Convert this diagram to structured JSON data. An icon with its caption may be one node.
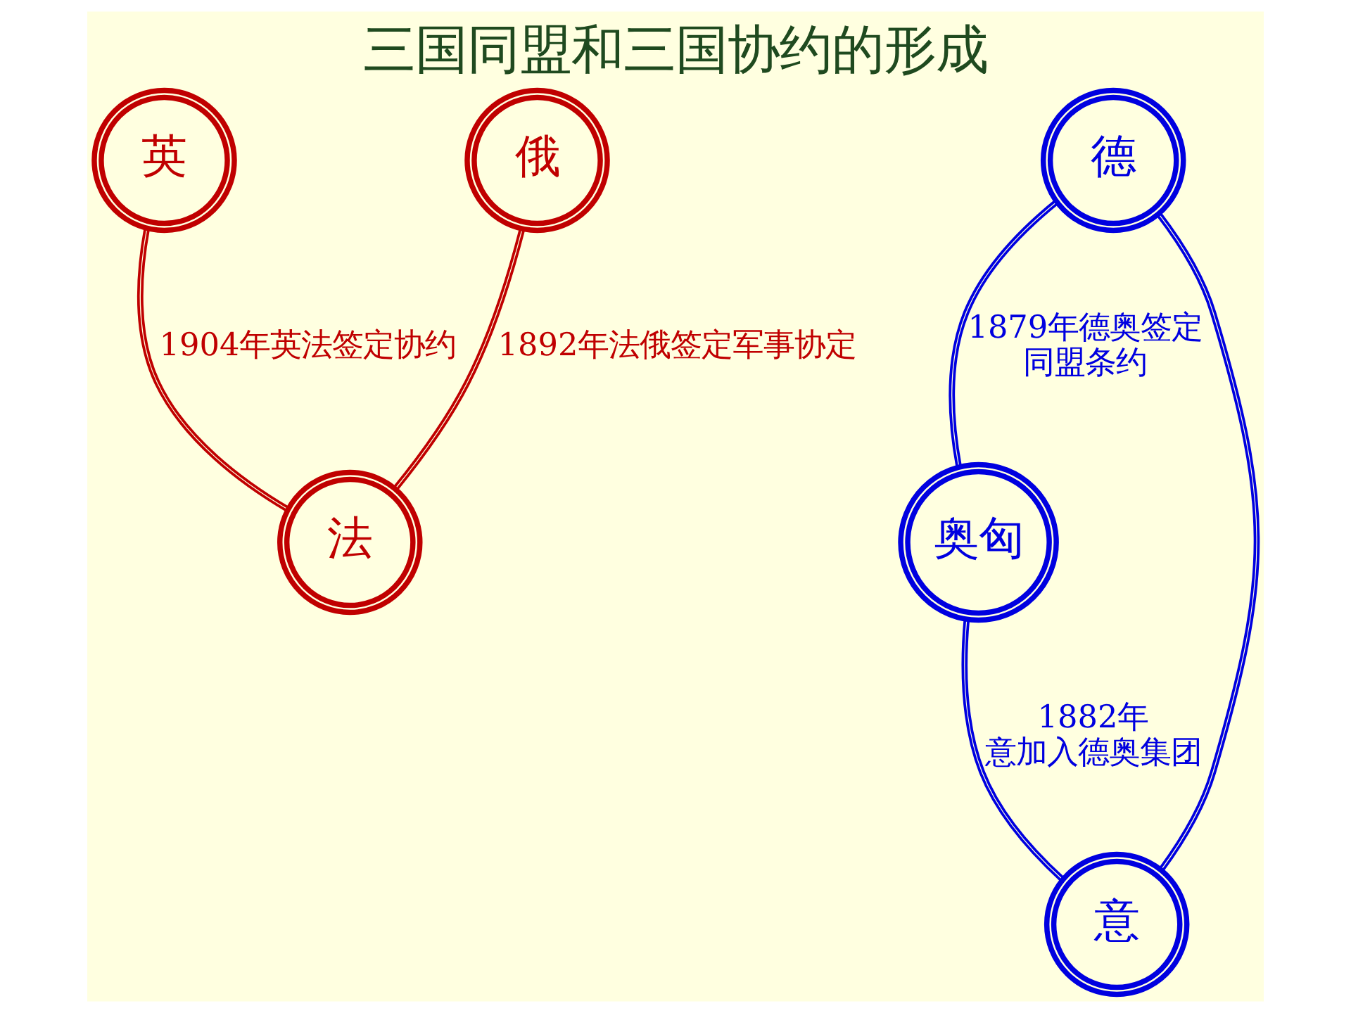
{
  "diagram": {
    "title": "三国同盟和三国协约的形成",
    "nodes": [
      {
        "text": [
          "英"
        ]
      },
      {
        "text": [
          "俄"
        ]
      },
      {
        "text": [
          "德"
        ]
      },
      {
        "text": [
          "法"
        ]
      },
      {
        "text": [
          "奥匈"
        ]
      },
      {
        "text": [
          "意"
        ]
      }
    ],
    "edges": [
      {
        "from": 0,
        "to": 3,
        "arrow": "none",
        "label": "1904年英法签定协约",
        "color": "#c00000"
      },
      {
        "from": 3,
        "to": 1,
        "arrow": "none",
        "label": "1892年法俄签定军事协定",
        "color": "#c00000"
      },
      {
        "from": 2,
        "to": 4,
        "arrow": "none",
        "label": "1879年德奥签定同盟条约",
        "color": "#0000e0"
      },
      {
        "from": 2,
        "to": 5,
        "arrow": "none",
        "color": "#0000e0"
      },
      {
        "from": 5,
        "to": 4,
        "arrow": "none",
        "label": "1882年意加入德奥集团",
        "color": "#0000e0"
      }
    ]
  }
}
